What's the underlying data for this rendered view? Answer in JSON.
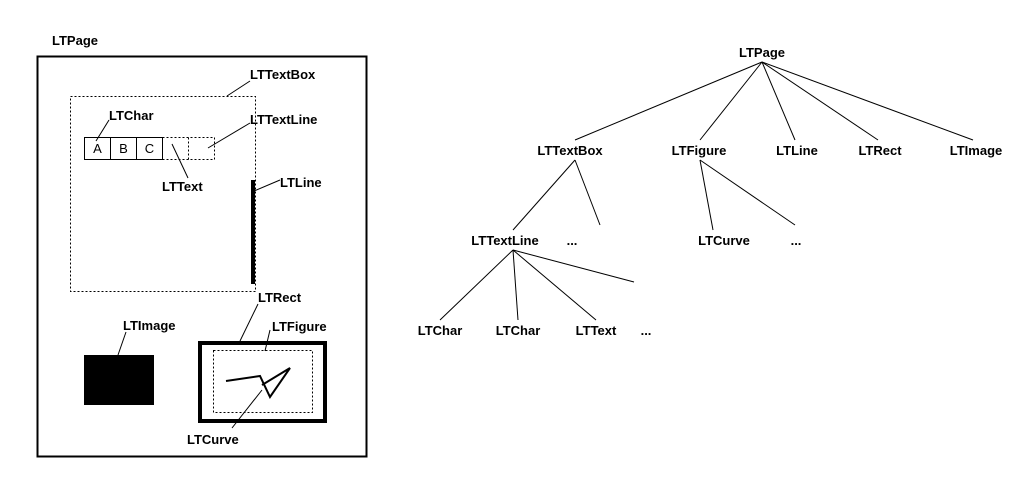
{
  "left_diagram": {
    "page_label": "LTPage",
    "textbox_label": "LTTextBox",
    "char_label": "LTChar",
    "textline_label": "LTTextLine",
    "text_label": "LTText",
    "line_label": "LTLine",
    "rect_label": "LTRect",
    "figure_label": "LTFigure",
    "image_label": "LTImage",
    "curve_label": "LTCurve",
    "cells": [
      "A",
      "B",
      "C"
    ]
  },
  "tree": {
    "root": "LTPage",
    "level1": [
      "LTTextBox",
      "LTFigure",
      "LTLine",
      "LTRect",
      "LTImage"
    ],
    "textbox_children": [
      "LTTextLine",
      "..."
    ],
    "figure_children": [
      "LTCurve",
      "..."
    ],
    "textline_children": [
      "LTChar",
      "LTChar",
      "LTText",
      "..."
    ]
  }
}
